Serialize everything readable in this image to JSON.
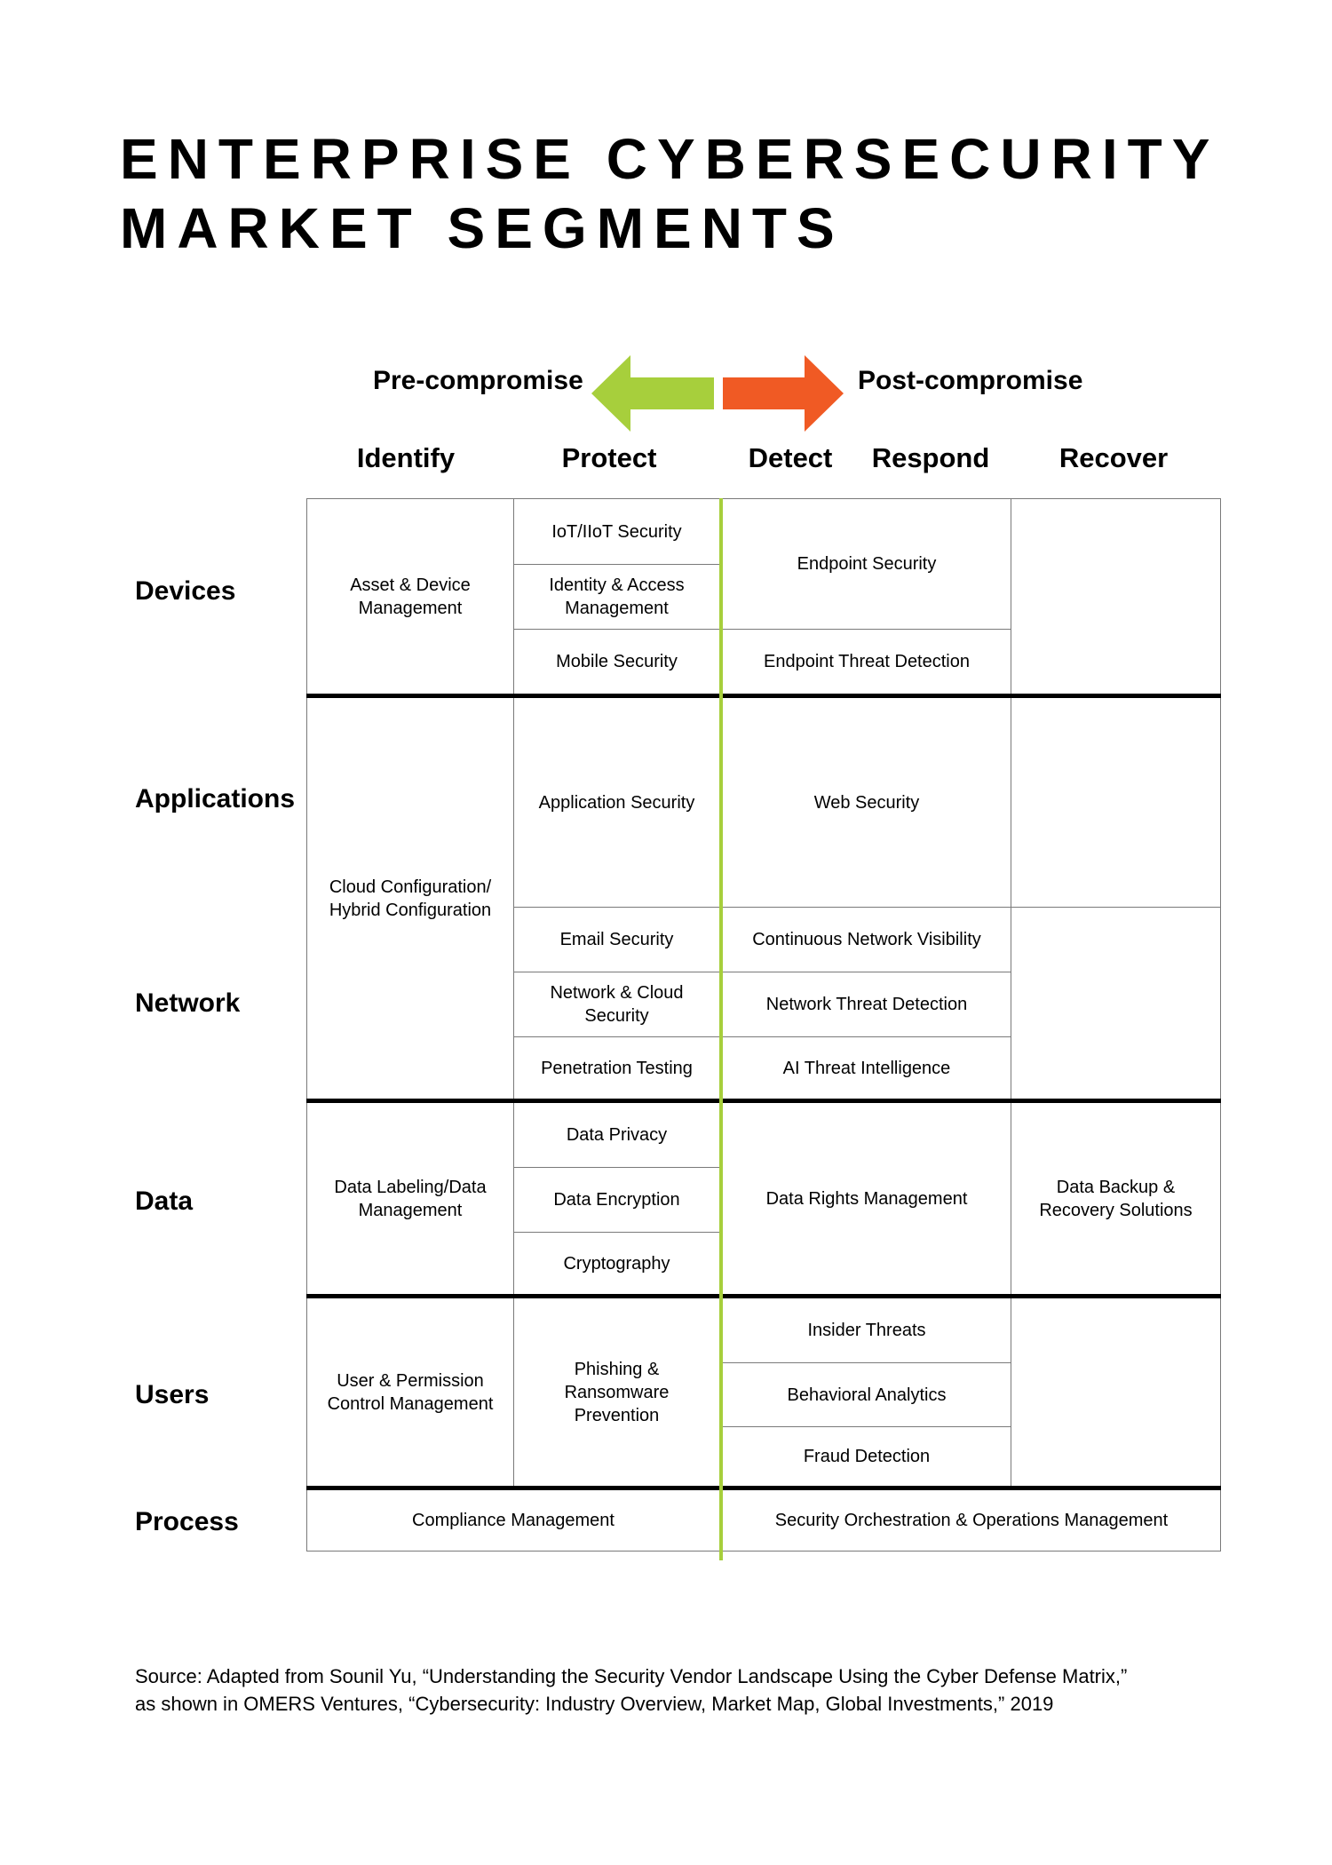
{
  "title": {
    "line1": "ENTERPRISE CYBERSECURITY",
    "line2": "MARKET SEGMENTS"
  },
  "phases": {
    "pre": "Pre-compromise",
    "post": "Post-compromise"
  },
  "colors": {
    "pre_arrow": "#a7cf3c",
    "post_arrow": "#f05a24",
    "divider": "#a7cf3c"
  },
  "columns": [
    "Identify",
    "Protect",
    "Detect",
    "Respond",
    "Recover"
  ],
  "rows": [
    "Devices",
    "Applications",
    "Network",
    "Data",
    "Users",
    "Process"
  ],
  "cells": {
    "asset_device": "Asset & Device Management",
    "iot": "IoT/IIoT Security",
    "iam": "Identity & Access Management",
    "mobile": "Mobile Security",
    "endpoint": "Endpoint Security",
    "endpoint_threat": "Endpoint Threat Detection",
    "cloud_config": "Cloud Configuration/ Hybrid Configuration",
    "app_security": "Application Security",
    "web_security": "Web Security",
    "email": "Email Security",
    "network_cloud": "Network & Cloud Security",
    "pen_testing": "Penetration Testing",
    "network_visibility": "Continuous Network Visibility",
    "network_threat": "Network Threat Detection",
    "ai_threat": "AI Threat Intelligence",
    "data_labeling": "Data Labeling/Data Management",
    "data_privacy": "Data Privacy",
    "data_encryption": "Data Encryption",
    "cryptography": "Cryptography",
    "data_rights": "Data Rights Management",
    "data_backup": "Data Backup & Recovery Solutions",
    "user_permission": "User & Permission Control Management",
    "phishing": "Phishing & Ransomware Prevention",
    "insider": "Insider Threats",
    "behavioral": "Behavioral Analytics",
    "fraud": "Fraud Detection",
    "compliance": "Compliance Management",
    "orchestration": "Security Orchestration & Operations Management"
  },
  "source": {
    "line1": "Source: Adapted from Sounil Yu, “Understanding the Security Vendor Landscape Using the Cyber Defense Matrix,”",
    "line2": "as shown in OMERS Ventures, “Cybersecurity: Industry Overview, Market Map, Global Investments,” 2019"
  }
}
